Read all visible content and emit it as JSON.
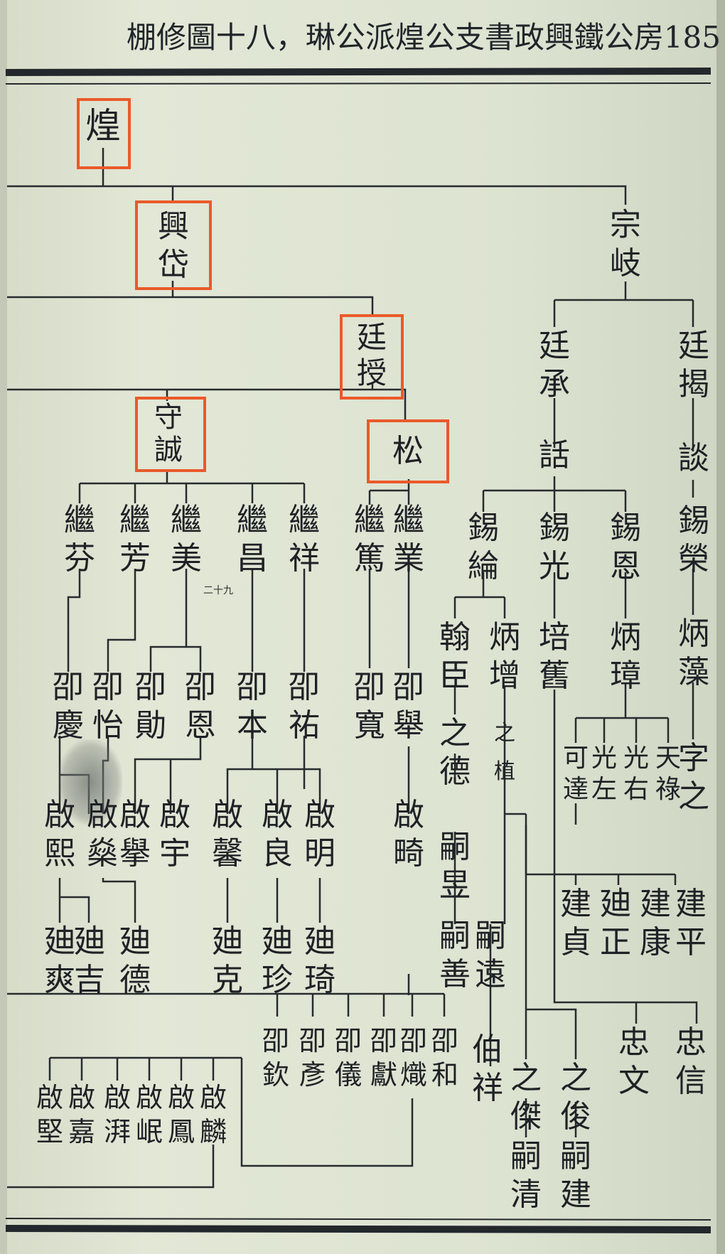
{
  "header": {
    "title": "棚修圖十八，琳公派煌公支書政興鐵公房185"
  },
  "annotation": {
    "handwritten_note": "二十九"
  },
  "tree": {
    "n_huang": "煌",
    "n_xingdai": "興岱",
    "n_zongqi": "宗岐",
    "n_tingshou": "廷授",
    "n_tingcheng": "廷承",
    "n_tingjie": "廷揭",
    "n_shoucheng": "守誠",
    "n_song": "松",
    "n_hua": "話",
    "n_dan": "談",
    "n_jifen": "繼芬",
    "n_jifang": "繼芳",
    "n_jimei": "繼美",
    "n_jichang": "繼昌",
    "n_jixiang": "繼祥",
    "n_jidu": "繼篤",
    "n_jiye": "繼業",
    "n_xilun": "錫綸",
    "n_xiguang": "錫光",
    "n_xien": "錫恩",
    "n_xirong": "錫榮",
    "n_shaoqing": "卲慶",
    "n_shaoyi": "卲怡",
    "n_shaoxun": "卲勛",
    "n_shaoen": "卲恩",
    "n_shaoben": "卲本",
    "n_shaoyou": "卲祐",
    "n_shaokuan": "卲寬",
    "n_shaoju": "卲舉",
    "n_hanchen": "翰臣",
    "n_bingzeng": "炳增",
    "n_peijiu": "培舊",
    "n_bingzhang": "炳璋",
    "n_bingzao": "炳藻",
    "n_qixi": "啟熙",
    "n_qixian": "啟燊",
    "n_qiju": "啟擧",
    "n_qiyu": "啟宇",
    "n_qixin": "啟馨",
    "n_qiliang": "啟良",
    "n_qiming": "啟明",
    "n_qiqi": "啟畸",
    "n_zhide": "之德",
    "n_ningzhi": "之植",
    "n_keda": "可達",
    "n_guangzuo": "光左",
    "n_guangyou": "光右",
    "n_tianlu": "天祿",
    "n_zizhi": "字之",
    "n_siyi": "嗣昱",
    "n_dishuang": "廸爽",
    "n_diji": "廸吉",
    "n_dide": "廸德",
    "n_dike": "廸克",
    "n_dizhen": "廸珍",
    "n_diqi": "廸琦",
    "n_sishan": "嗣善",
    "n_siyuan": "嗣遠",
    "n_jianzhen": "建貞",
    "n_dizheng": "廸正",
    "n_jiankang": "建康",
    "n_jianping": "建平",
    "n_boxiang": "伯祥",
    "n_zhijie": "之傑",
    "n_zhijun": "之俊",
    "n_zhongwen": "忠文",
    "n_zhongxin": "忠信",
    "n_shaoqin": "卲欽",
    "n_shaoyan": "卲彥",
    "n_shaoyi2": "卲儀",
    "n_shaoxian": "卲獻",
    "n_shaozhi": "卲熾",
    "n_shaohe": "卲和",
    "n_siqing": "嗣清",
    "n_sijian": "嗣建",
    "n_qijian": "啟堅",
    "n_qijia": "啟嘉",
    "n_qipei": "啟湃",
    "n_qimin": "啟岷",
    "n_qiyong": "啟鳳",
    "n_qilin": "啟麟"
  },
  "colors": {
    "paper": "#dfe4d2",
    "ink": "#1e2226",
    "highlight": "#ea5a2a"
  }
}
